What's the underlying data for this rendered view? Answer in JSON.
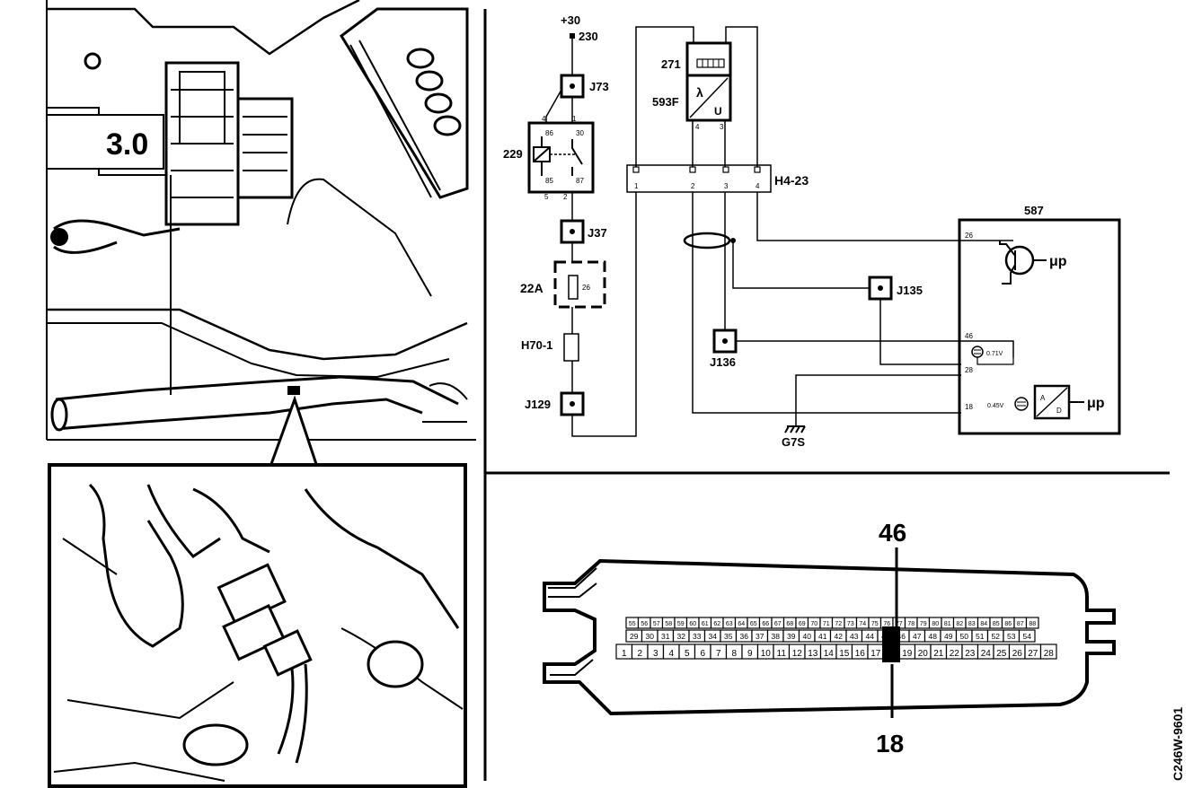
{
  "schematic": {
    "supply_label": "+30",
    "fuse_label": "230",
    "relay_label": "229",
    "relay_pins": [
      "4",
      "1",
      "86",
      "30",
      "85",
      "87",
      "5",
      "2"
    ],
    "sensor_top_label": "271",
    "sensor_label": "593F",
    "sensor_symbol_lambda": "λ",
    "sensor_symbol_u": "U",
    "sensor_pins": [
      "4",
      "3"
    ],
    "connector_label": "H4-23",
    "connector_pins": [
      "1",
      "2",
      "3",
      "4"
    ],
    "ecu_label": "587",
    "ecu_pins": [
      "26",
      "46",
      "28",
      "18"
    ],
    "ecu_voltages": [
      "0.71V",
      "0.45V"
    ],
    "ecu_output_1": "μp",
    "ecu_output_2": "μp",
    "ecu_ad_a": "A",
    "ecu_ad_d": "D",
    "junctions": {
      "j73": "J73",
      "j37": "J37",
      "j135": "J135",
      "j136": "J136",
      "j129": "J129"
    },
    "fuse_box_label": "22A",
    "fuse_value": "26",
    "h70_label": "H70-1",
    "ground_label": "G7S"
  },
  "ecu_connector": {
    "top_row": [
      "55",
      "56",
      "57",
      "58",
      "59",
      "60",
      "61",
      "62",
      "63",
      "64",
      "65",
      "66",
      "67",
      "68",
      "69",
      "70",
      "71",
      "72",
      "73",
      "74",
      "75",
      "76",
      "77",
      "78",
      "79",
      "80",
      "81",
      "82",
      "83",
      "84",
      "85",
      "86",
      "87",
      "88"
    ],
    "middle_row": [
      "29",
      "30",
      "31",
      "32",
      "33",
      "34",
      "35",
      "36",
      "37",
      "38",
      "39",
      "40",
      "41",
      "42",
      "43",
      "44",
      "45",
      "46",
      "47",
      "48",
      "49",
      "50",
      "51",
      "52",
      "53",
      "54"
    ],
    "bottom_row": [
      "1",
      "2",
      "3",
      "4",
      "5",
      "6",
      "7",
      "8",
      "9",
      "10",
      "11",
      "12",
      "13",
      "14",
      "15",
      "16",
      "17",
      "18",
      "19",
      "20",
      "21",
      "22",
      "23",
      "24",
      "25",
      "26",
      "27",
      "28"
    ],
    "callout_top": "46",
    "callout_bottom": "18"
  },
  "engine_badge": "3.0",
  "figure_id": "C246W-9601"
}
